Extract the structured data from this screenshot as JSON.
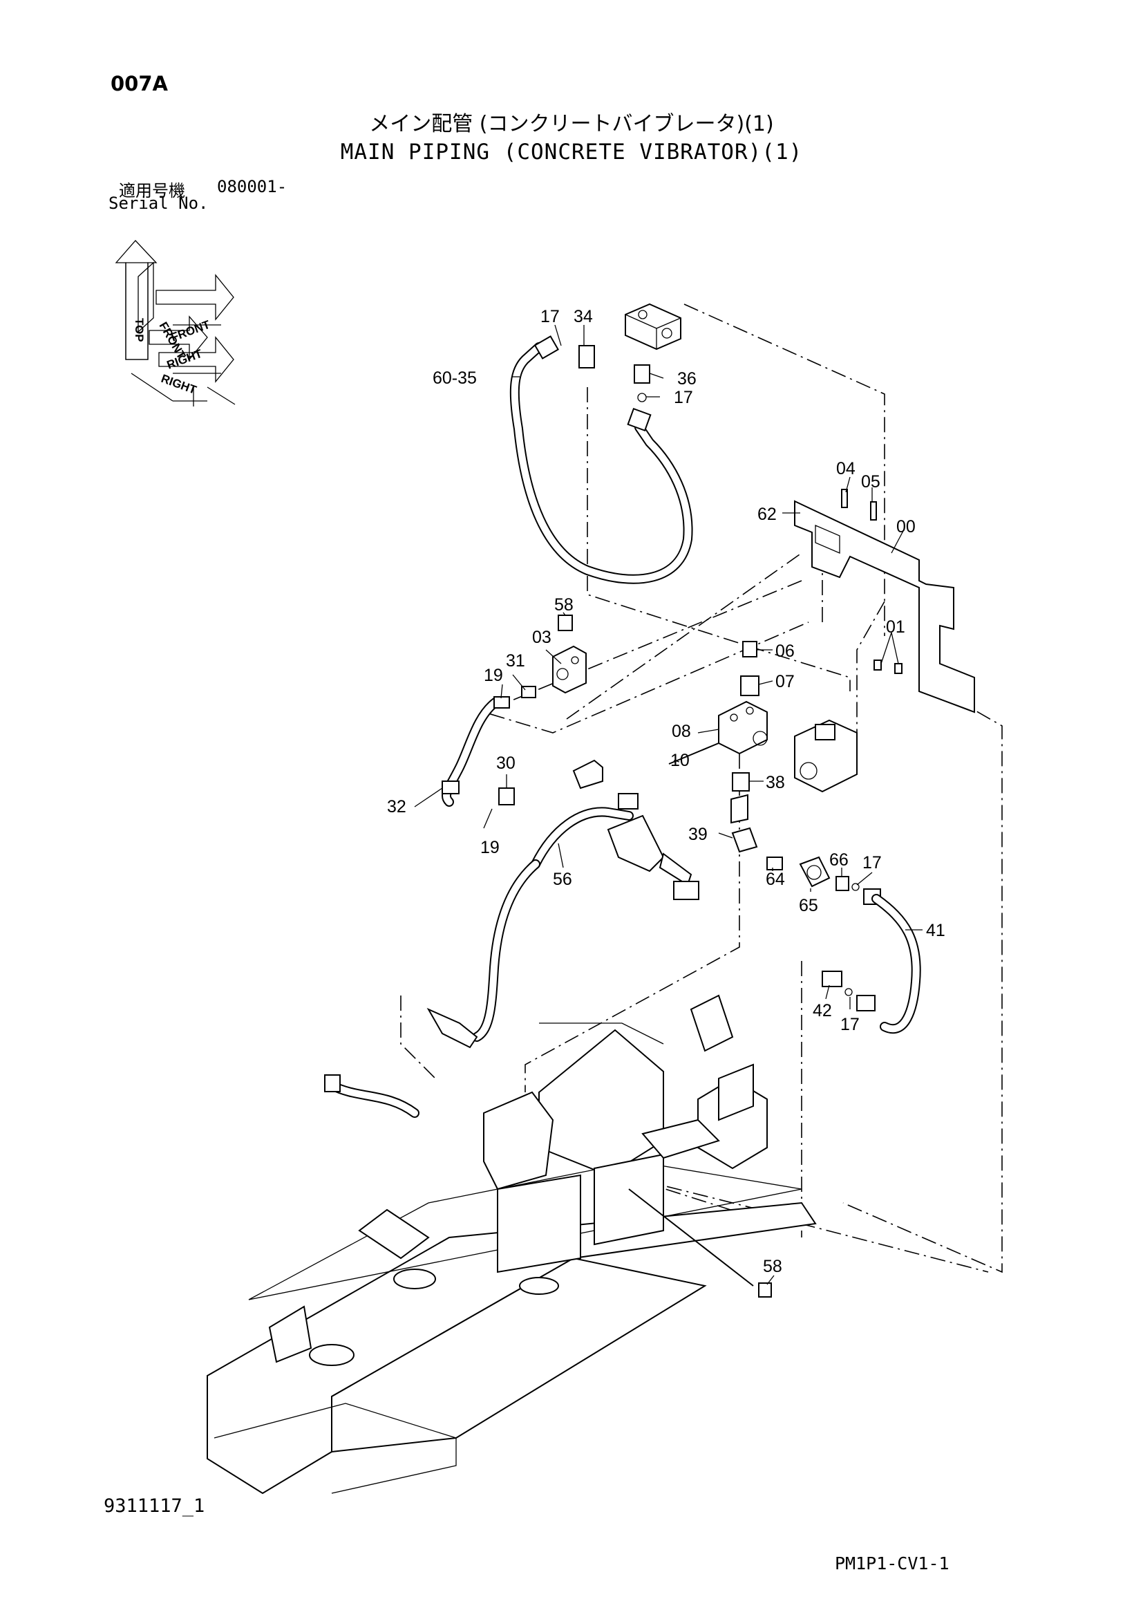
{
  "header": {
    "page_code": "007A",
    "title_jp": "メイン配管 (コンクリートバイブレータ)(1)",
    "title_en": "MAIN PIPING (CONCRETE VIBRATOR)(1)",
    "serial_label_jp": "適用号機",
    "serial_value": "080001-",
    "serial_label_en": "Serial No."
  },
  "orientation": {
    "top": "TOP",
    "front": "FRONT",
    "right": "RIGHT"
  },
  "callouts": {
    "c17a": "17",
    "c34": "34",
    "c60_35": "60-35",
    "c36": "36",
    "c17b": "17",
    "c04": "04",
    "c05": "05",
    "c62": "62",
    "c00": "00",
    "c58a": "58",
    "c03": "03",
    "c31": "31",
    "c19a": "19",
    "c06": "06",
    "c07": "07",
    "c01": "01",
    "c08": "08",
    "c10": "10",
    "c30": "30",
    "c38": "38",
    "c32": "32",
    "c19b": "19",
    "c39": "39",
    "c66": "66",
    "c17c": "17",
    "c64": "64",
    "c56": "56",
    "c65": "65",
    "c41": "41",
    "c42": "42",
    "c17d": "17",
    "c58b": "58"
  },
  "footer": {
    "drawing_no": "9311117_1",
    "figure_code": "PM1P1-CV1-1"
  }
}
